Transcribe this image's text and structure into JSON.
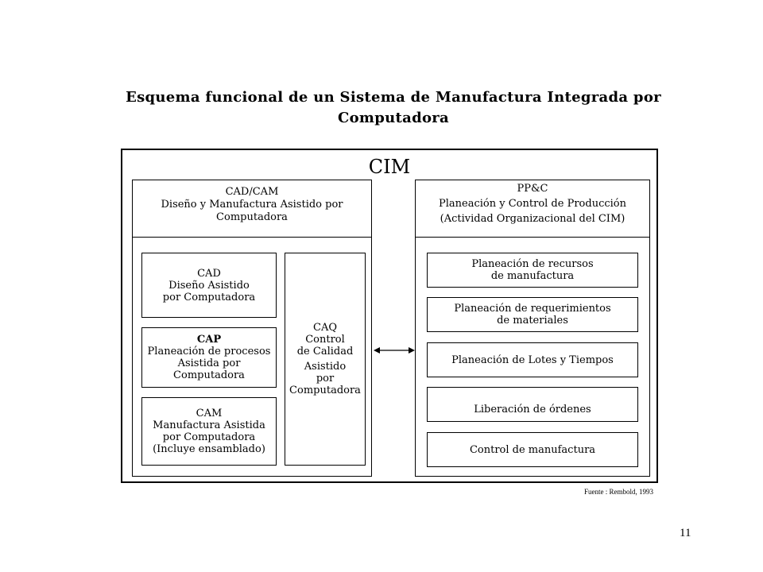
{
  "title": {
    "line1": "Esquema funcional de un Sistema de Manufactura Integrada por",
    "line2": "Computadora"
  },
  "cim_label": "CIM",
  "left_panel": {
    "header": {
      "code": "CAD/CAM",
      "line1": "Diseño y Manufactura Asistido por",
      "line2": "Computadora"
    },
    "cad": {
      "code": "CAD",
      "line1": "Diseño Asistido",
      "line2": "por Computadora"
    },
    "cap": {
      "code": "CAP",
      "line1": "Planeación de procesos",
      "line2": "Asistida por",
      "line3": "Computadora"
    },
    "cam": {
      "code": "CAM",
      "line1": "Manufactura Asistida",
      "line2": "por Computadora",
      "line3": "(Incluye ensamblado)"
    },
    "caq": {
      "code": "CAQ",
      "line1": "Control",
      "line2": "de Calidad",
      "line3": "Asistido",
      "line4": "por",
      "line5": "Computadora"
    }
  },
  "right_panel": {
    "header": {
      "code": "PP&C",
      "line1": "Planeación y Control de Producción",
      "line2": "(Actividad Organizacional del CIM)"
    },
    "items": [
      {
        "line1": "Planeación de recursos",
        "line2": "de manufactura"
      },
      {
        "line1": "Planeación de requerimientos",
        "line2": "de materiales"
      },
      {
        "line1": "Planeación de Lotes y Tiempos",
        "line2": ""
      },
      {
        "line1": "Liberación de órdenes",
        "line2": ""
      },
      {
        "line1": "Control de manufactura",
        "line2": ""
      }
    ]
  },
  "source": "Fuente : Rembold, 1993",
  "page_number": "11",
  "icons": {
    "arrow": "double-headed-arrow"
  }
}
